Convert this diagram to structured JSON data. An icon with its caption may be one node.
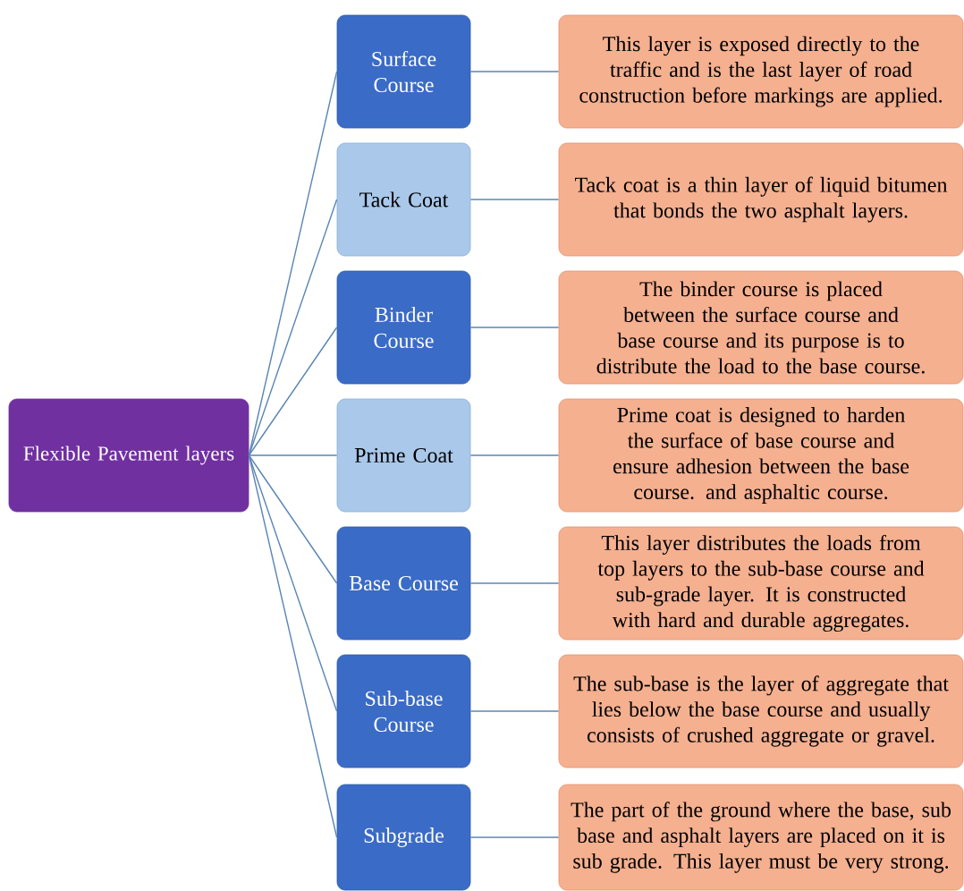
{
  "diagram": {
    "nodes": [
      {
        "text": [
          "Flexible Pavement layers"
        ]
      },
      {
        "text": [
          "Surface Course"
        ]
      },
      {
        "text": [
          "This layer is exposed directly to the traffic and is the last layer of road construction before markings are applied."
        ]
      },
      {
        "text": [
          "Tack Coat"
        ]
      },
      {
        "text": [
          "Tack coat is a thin layer of liquid bitumen that bonds the two asphalt layers."
        ]
      },
      {
        "text": [
          "Binder Course"
        ]
      },
      {
        "text": [
          "The binder course is placed between the surface course and base course and its purpose is to distribute the load to the base course."
        ]
      },
      {
        "text": [
          "Prime Coat"
        ]
      },
      {
        "text": [
          "Prime coat is designed to harden the surface of base course and ensure adhesion between the base course. and asphaltic course."
        ]
      },
      {
        "text": [
          "Base Course"
        ]
      },
      {
        "text": [
          "This layer distributes the loads from top layers to the sub-base course and sub-grade layer. It is constructed with hard and durable aggregates."
        ]
      },
      {
        "text": [
          "Sub-base Course"
        ]
      },
      {
        "text": [
          "The sub-base is the layer of aggregate that lies below the base course and usually consists of crushed aggregate or gravel."
        ]
      },
      {
        "text": [
          "Subgrade"
        ]
      },
      {
        "text": [
          "The part of the ground where the base, sub base and asphalt layers are placed on it is sub grade. This layer must be very strong."
        ]
      }
    ],
    "edges": [
      {
        "from": 0,
        "to": 1,
        "arrow": "none"
      },
      {
        "from": 0,
        "to": 3,
        "arrow": "none"
      },
      {
        "from": 0,
        "to": 5,
        "arrow": "none"
      },
      {
        "from": 0,
        "to": 7,
        "arrow": "none"
      },
      {
        "from": 0,
        "to": 9,
        "arrow": "none"
      },
      {
        "from": 0,
        "to": 11,
        "arrow": "none"
      },
      {
        "from": 0,
        "to": 13,
        "arrow": "none"
      },
      {
        "from": 1,
        "to": 2,
        "arrow": "none"
      },
      {
        "from": 3,
        "to": 4,
        "arrow": "none"
      },
      {
        "from": 5,
        "to": 6,
        "arrow": "none"
      },
      {
        "from": 7,
        "to": 8,
        "arrow": "none"
      },
      {
        "from": 9,
        "to": 10,
        "arrow": "none"
      },
      {
        "from": 11,
        "to": 12,
        "arrow": "none"
      },
      {
        "from": 13,
        "to": 14,
        "arrow": "none"
      }
    ]
  }
}
